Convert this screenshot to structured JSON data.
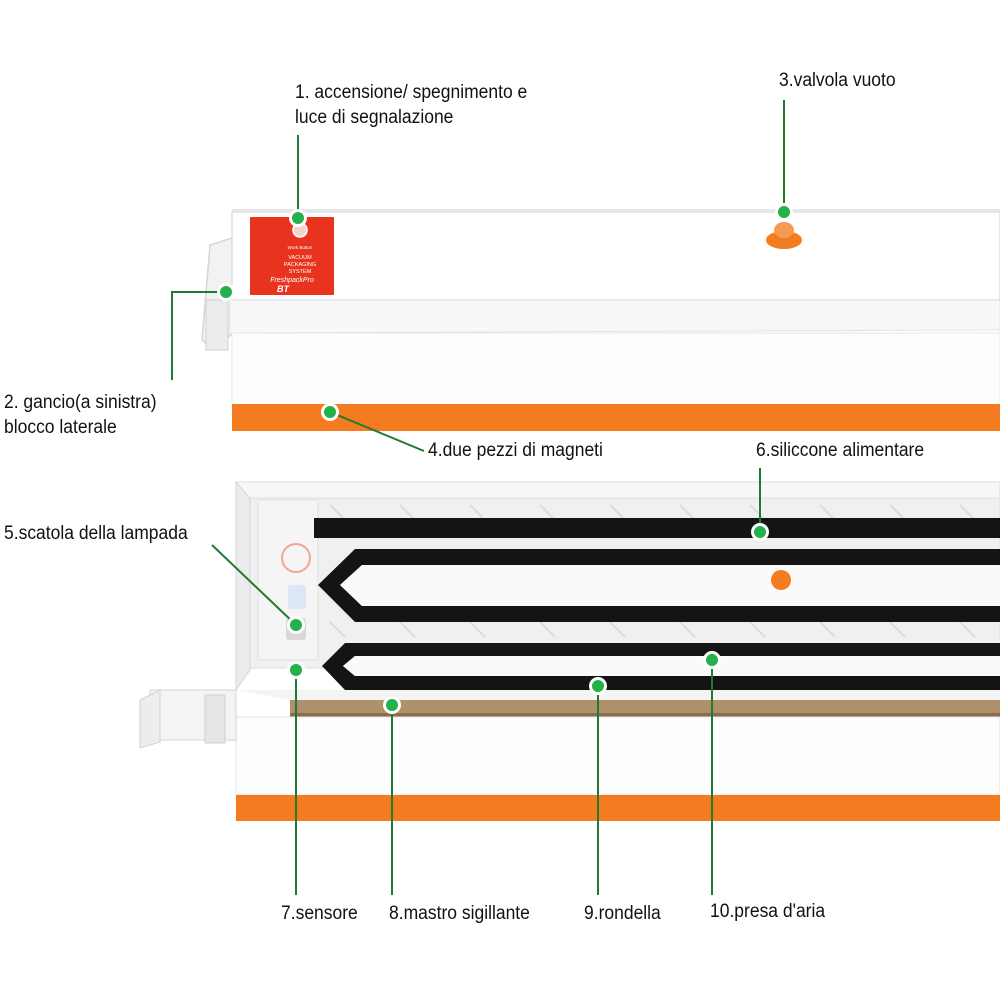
{
  "colors": {
    "leader": "#1f7a32",
    "dot": "#24b04a",
    "orange": "#f47b20",
    "panel": "#e8331f",
    "body": "#ffffff",
    "gasket": "#141414",
    "tape": "#b0906a"
  },
  "panel": {
    "button_text": "Work Button",
    "line1": "VACUUM",
    "line2": "PACKAGING",
    "line3": "SYSTEM",
    "brand": "FreshpackPro",
    "model": "BT"
  },
  "callouts": [
    {
      "id": "c1",
      "lines": [
        "1. accensione/ spegnimento e",
        "luce di segnalazione"
      ]
    },
    {
      "id": "c2",
      "lines": [
        "2. gancio(a sinistra)",
        "blocco laterale"
      ]
    },
    {
      "id": "c3",
      "lines": [
        "3.valvola vuoto"
      ]
    },
    {
      "id": "c4",
      "lines": [
        "4.due pezzi di magneti"
      ]
    },
    {
      "id": "c5",
      "lines": [
        "5.scatola della lampada"
      ]
    },
    {
      "id": "c6",
      "lines": [
        "6.siliccone alimentare"
      ]
    },
    {
      "id": "c7",
      "lines": [
        "7.sensore"
      ]
    },
    {
      "id": "c8",
      "lines": [
        "8.mastro sigillante"
      ]
    },
    {
      "id": "c9",
      "lines": [
        "9.rondella"
      ]
    },
    {
      "id": "c10",
      "lines": [
        "10.presa d'aria"
      ]
    }
  ]
}
